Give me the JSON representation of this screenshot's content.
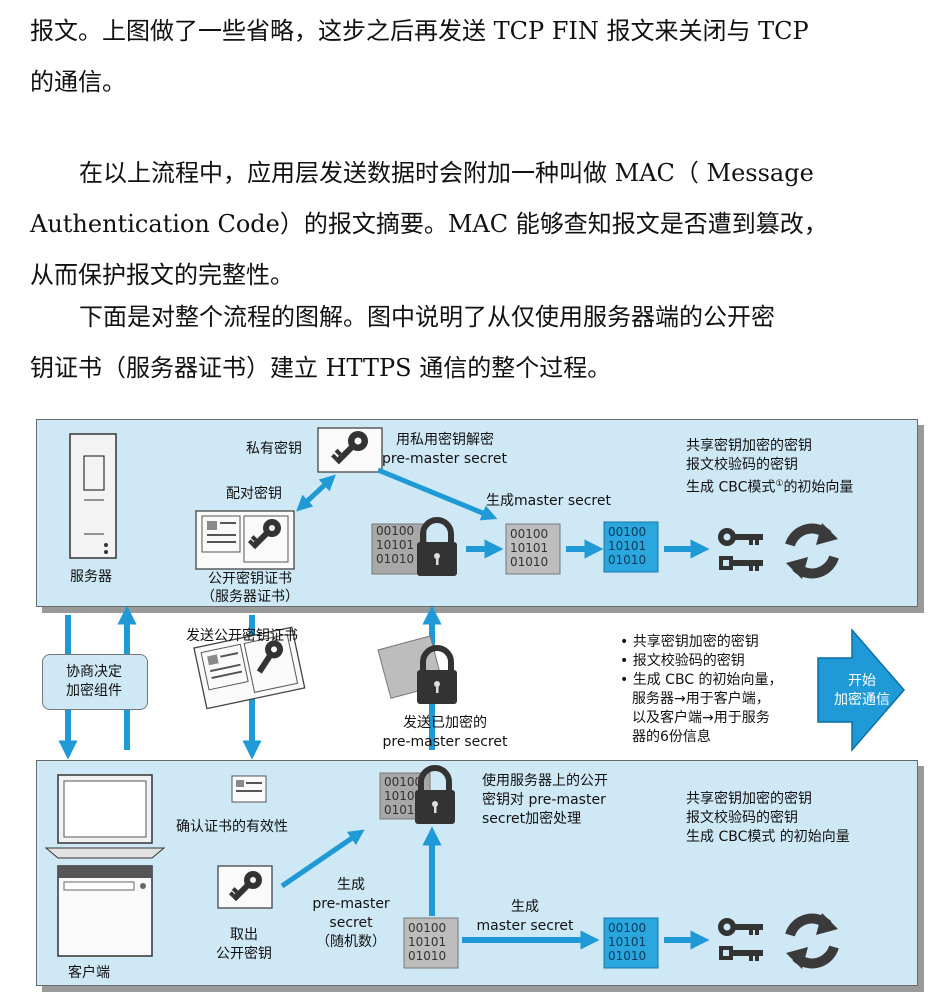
{
  "text": {
    "p1_l1": "报文。上图做了一些省略，这步之后再发送 TCP FIN 报文来关闭与 TCP",
    "p1_l2": "的通信。",
    "p2_l1": "在以上流程中，应用层发送数据时会附加一种叫做 MAC（ Message",
    "p2_l2": "Authentication Code）的报文摘要。MAC 能够查知报文是否遭到篡改，",
    "p2_l3": "从而保护报文的完整性。",
    "p3_l1": "下面是对整个流程的图解。图中说明了从仅使用服务器端的公开密",
    "p3_l2": "钥证书（服务器证书）建立 HTTPS 通信的整个过程。"
  },
  "diagram": {
    "server_label": "服务器",
    "private_key_label": "私有密钥",
    "decrypt_label_1": "用私用密钥解密",
    "decrypt_label_2": "pre-master secret",
    "pair_key_label": "配对密钥",
    "gen_master_secret_top": "生成master secret",
    "pubkey_cert_label_1": "公开密钥证书",
    "pubkey_cert_label_2": "（服务器证书）",
    "shared_top_1": "共享密钥加密的密钥",
    "shared_top_2": "报文校验码的密钥",
    "shared_top_3": "生成 CBC模式",
    "shared_top_3_sup": "①",
    "shared_top_3_end": "的初始向量",
    "bits": [
      "00100",
      "10101",
      "01010"
    ],
    "negotiate_1": "协商决定",
    "negotiate_2": "加密组件",
    "send_cert_label": "发送公开密钥证书",
    "send_encrypted_1": "发送已加密的",
    "send_encrypted_2": "pre-master secret",
    "info_bullets": [
      "共享密钥加密的密钥",
      "报文校验码的密钥",
      "生成 CBC 的初始向量，"
    ],
    "info_tail": [
      "服务器→用于客户端，",
      "以及客户端→用于服务",
      "器的6份信息"
    ],
    "start_1": "开始",
    "start_2": "加密通信",
    "client_label": "客户端",
    "verify_label": "确认证书的有效性",
    "take_out_1": "取出",
    "take_out_2": "公开密钥",
    "gen_pm_1": "生成",
    "gen_pm_2": "pre-master",
    "gen_pm_3": "secret",
    "gen_pm_4": "（随机数）",
    "enc_with_1": "使用服务器上的公开",
    "enc_with_2": "密钥对 pre-master",
    "enc_with_3": "secret加密处理",
    "gen_ms_bottom_1": "生成",
    "gen_ms_bottom_2": "master secret",
    "shared_bot_1": "共享密钥加密的密钥",
    "shared_bot_2": "报文校验码的密钥",
    "shared_bot_3": "生成 CBC模式 的初始向量"
  },
  "colors": {
    "panel": "#cfe8f5",
    "arrow": "#1f9ad6",
    "accent_block": "#2aa7df",
    "key": "#3a3a3a"
  }
}
